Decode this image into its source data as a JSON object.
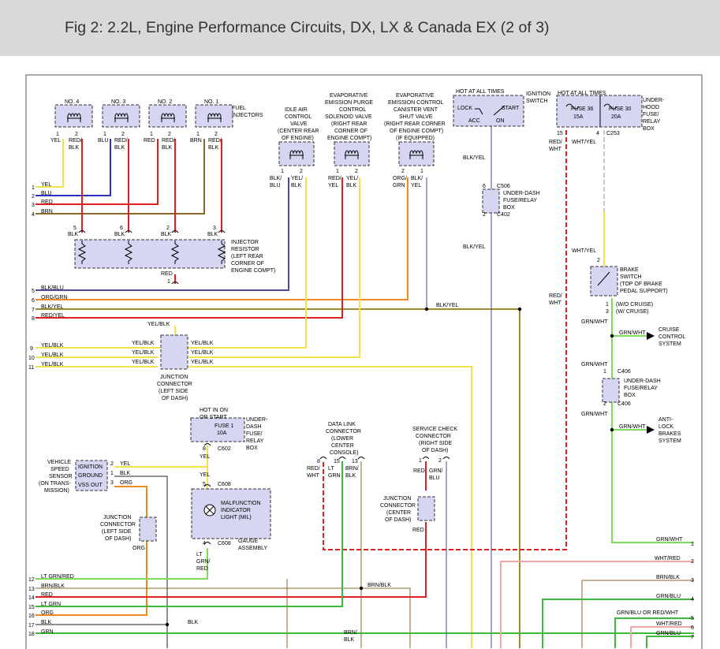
{
  "header": {
    "title": "Fig 2: 2.2L, Engine Performance Circuits, DX, LX & Canada EX (2 of 3)"
  },
  "colors": {
    "YEL": "#f2e24c",
    "BLU": "#3030c0",
    "RED": "#e02020",
    "BRN": "#8a6a24",
    "BLK": "#222222",
    "ORG": "#f08c1e",
    "GRN": "#3cba3c",
    "LTGRN": "#7ddc5a",
    "WHT": "#e0e0e0",
    "OLV": "#9c8c2e",
    "NAVY": "#4a4a96",
    "LGRAY": "#c8c8c8",
    "PINK": "#f0a8a8",
    "BOX": "#d6d6f2"
  },
  "labels": [
    {
      "id": "inj4",
      "t": "NO. 4"
    },
    {
      "id": "inj3",
      "t": "NO. 3"
    },
    {
      "id": "inj2",
      "t": "NO. 2"
    },
    {
      "id": "inj1",
      "t": "NO. 1"
    },
    {
      "id": "fi1",
      "t": "FUEL"
    },
    {
      "id": "fi2",
      "t": "INJECTORS"
    },
    {
      "id": "iac1",
      "t": "IDLE AIR"
    },
    {
      "id": "iac2",
      "t": "CONTROL"
    },
    {
      "id": "iac3",
      "t": "VALVE"
    },
    {
      "id": "iac4",
      "t": "(CENTER REAR"
    },
    {
      "id": "iac5",
      "t": "OF ENGINE)"
    },
    {
      "id": "ep1",
      "t": "EVAPORATIVE"
    },
    {
      "id": "ep2",
      "t": "EMISSION PURGE"
    },
    {
      "id": "ep3",
      "t": "CONTROL"
    },
    {
      "id": "ep4",
      "t": "SOLENOID VALVE"
    },
    {
      "id": "ep5",
      "t": "(RIGHT REAR"
    },
    {
      "id": "ep6",
      "t": "CORNER OF"
    },
    {
      "id": "ep7",
      "t": "ENGINE COMPT)"
    },
    {
      "id": "ec1",
      "t": "EVAPORATIVE"
    },
    {
      "id": "ec2",
      "t": "EMISSION CONTROL"
    },
    {
      "id": "ec3",
      "t": "CANISTER VENT"
    },
    {
      "id": "ec4",
      "t": "SHUT VALVE"
    },
    {
      "id": "ec5",
      "t": "(RIGHT REAR CORNER"
    },
    {
      "id": "ec6",
      "t": "OF ENGINE COMPT)"
    },
    {
      "id": "ec7",
      "t": "(IF EQUIPPED)"
    },
    {
      "id": "hot1",
      "t": "HOT AT ALL TIMES"
    },
    {
      "id": "ig1",
      "t": "IGNITION"
    },
    {
      "id": "ig2",
      "t": "SWITCH"
    },
    {
      "id": "lock",
      "t": "LOCK"
    },
    {
      "id": "start",
      "t": "START"
    },
    {
      "id": "acc",
      "t": "ACC"
    },
    {
      "id": "on",
      "t": "ON"
    },
    {
      "id": "hot2",
      "t": "HOT AT ALL TIMES"
    },
    {
      "id": "f36a",
      "t": "FUSE 36"
    },
    {
      "id": "f36b",
      "t": "15A"
    },
    {
      "id": "f30a",
      "t": "FUSE 30"
    },
    {
      "id": "f30b",
      "t": "20A"
    },
    {
      "id": "uh1",
      "t": "UNDER-"
    },
    {
      "id": "uh2",
      "t": "HOOD"
    },
    {
      "id": "uh3",
      "t": "FUSE/"
    },
    {
      "id": "uh4",
      "t": "RELAY"
    },
    {
      "id": "uh5",
      "t": "BOX"
    },
    {
      "id": "c253",
      "t": "C253"
    },
    {
      "id": "p15",
      "t": "15"
    },
    {
      "id": "p4a",
      "t": "4"
    },
    {
      "id": "rw1",
      "t": "RED/"
    },
    {
      "id": "rw2",
      "t": "WHT"
    },
    {
      "id": "wy1",
      "t": "WHT/YEL"
    },
    {
      "id": "by1",
      "t": "BLK/YEL"
    },
    {
      "id": "c506",
      "t": "C506"
    },
    {
      "id": "ud1",
      "t": "UNDER-DASH"
    },
    {
      "id": "ud2",
      "t": "FUSE/RELAY"
    },
    {
      "id": "ud3",
      "t": "BOX"
    },
    {
      "id": "c402",
      "t": "C402"
    },
    {
      "id": "p6",
      "t": "6"
    },
    {
      "id": "p2a",
      "t": "2"
    },
    {
      "id": "by2",
      "t": "BLK/YEL"
    },
    {
      "id": "w4y",
      "t": "YEL"
    },
    {
      "id": "w4r1",
      "t": "RED/"
    },
    {
      "id": "w4r2",
      "t": "BLK"
    },
    {
      "id": "w3b",
      "t": "BLU"
    },
    {
      "id": "w3r1",
      "t": "RED/"
    },
    {
      "id": "w3r2",
      "t": "BLK"
    },
    {
      "id": "w2r",
      "t": "RED"
    },
    {
      "id": "w2r1",
      "t": "RED/"
    },
    {
      "id": "w2r2",
      "t": "BLK"
    },
    {
      "id": "w1b",
      "t": "BRN"
    },
    {
      "id": "w1r1",
      "t": "RED/"
    },
    {
      "id": "w1r2",
      "t": "BLK"
    },
    {
      "id": "ll1",
      "t": "YEL"
    },
    {
      "id": "ll2",
      "t": "BLU"
    },
    {
      "id": "ll3",
      "t": "RED"
    },
    {
      "id": "ll4",
      "t": "BRN"
    },
    {
      "id": "rb5",
      "t": "BLK"
    },
    {
      "id": "rb6",
      "t": "BLK"
    },
    {
      "id": "rb2",
      "t": "BLK"
    },
    {
      "id": "rb3",
      "t": "BLK"
    },
    {
      "id": "ir1",
      "t": "INJECTOR"
    },
    {
      "id": "ir2",
      "t": "RESISTOR"
    },
    {
      "id": "ir3",
      "t": "(LEFT REAR"
    },
    {
      "id": "ir4",
      "t": "CORNER OF"
    },
    {
      "id": "ir5",
      "t": "ENGINE COMPT)"
    },
    {
      "id": "irr",
      "t": "RED"
    },
    {
      "id": "l5",
      "t": "BLK/BLU"
    },
    {
      "id": "l6",
      "t": "ORG/GRN"
    },
    {
      "id": "l7",
      "t": "BLK/YEL"
    },
    {
      "id": "l8",
      "t": "RED/YEL"
    },
    {
      "id": "l7b",
      "t": "BLK/YEL"
    },
    {
      "id": "iacw1",
      "t": "BLK/"
    },
    {
      "id": "iacw2",
      "t": "BLU"
    },
    {
      "id": "iacw3",
      "t": "YEL/"
    },
    {
      "id": "iacw4",
      "t": "BLK"
    },
    {
      "id": "epw1",
      "t": "RED/"
    },
    {
      "id": "epw2",
      "t": "YEL"
    },
    {
      "id": "epw3",
      "t": "YEL/"
    },
    {
      "id": "epw4",
      "t": "BLK"
    },
    {
      "id": "ecw1",
      "t": "ORG/"
    },
    {
      "id": "ecw2",
      "t": "GRN"
    },
    {
      "id": "ecw3",
      "t": "BLK/"
    },
    {
      "id": "ecw4",
      "t": "YEL"
    },
    {
      "id": "yb",
      "t": "YEL/BLK"
    },
    {
      "id": "l9",
      "t": "YEL/BLK"
    },
    {
      "id": "l10",
      "t": "YEL/BLK"
    },
    {
      "id": "l11",
      "t": "YEL/BLK"
    },
    {
      "id": "jl9",
      "t": "YEL/BLK"
    },
    {
      "id": "jl10",
      "t": "YEL/BLK"
    },
    {
      "id": "jl11",
      "t": "YEL/BLK"
    },
    {
      "id": "jr9",
      "t": "YEL/BLK"
    },
    {
      "id": "jr10",
      "t": "YEL/BLK"
    },
    {
      "id": "jr11",
      "t": "YEL/BLK"
    },
    {
      "id": "jc1",
      "t": "JUNCTION"
    },
    {
      "id": "jc2",
      "t": "CONNECTOR"
    },
    {
      "id": "jc3",
      "t": "(LEFT SIDE"
    },
    {
      "id": "jc4",
      "t": "OF DASH)"
    },
    {
      "id": "wy2",
      "t": "WHT/YEL"
    },
    {
      "id": "bs1",
      "t": "BRAKE"
    },
    {
      "id": "bs2",
      "t": "SWITCH"
    },
    {
      "id": "bs3",
      "t": "(TOP OF BRAKE"
    },
    {
      "id": "bs4",
      "t": "PEDAL SUPPORT)"
    },
    {
      "id": "bs5",
      "t": "(W/O CRUISE)"
    },
    {
      "id": "bs6",
      "t": "(W/ CRUISE)"
    },
    {
      "id": "rw3",
      "t": "RED/"
    },
    {
      "id": "rw4",
      "t": "WHT"
    },
    {
      "id": "gw1",
      "t": "GRN/WHT"
    },
    {
      "id": "gw2",
      "t": "GRN/WHT"
    },
    {
      "id": "cc1",
      "t": "CRUISE"
    },
    {
      "id": "cc2",
      "t": "CONTROL"
    },
    {
      "id": "cc3",
      "t": "SYSTEM"
    },
    {
      "id": "gw3",
      "t": "GRN/WHT"
    },
    {
      "id": "c406a",
      "t": "C406"
    },
    {
      "id": "ud4",
      "t": "UNDER-DASH"
    },
    {
      "id": "ud5",
      "t": "FUSE/RELAY"
    },
    {
      "id": "ud6",
      "t": "BOX"
    },
    {
      "id": "c406b",
      "t": "C406"
    },
    {
      "id": "gw4",
      "t": "GRN/WHT"
    },
    {
      "id": "gw5",
      "t": "GRN/WHT"
    },
    {
      "id": "ab1",
      "t": "ANTI-"
    },
    {
      "id": "ab2",
      "t": "LOCK"
    },
    {
      "id": "ab3",
      "t": "BRAKES"
    },
    {
      "id": "ab4",
      "t": "SYSTEM"
    },
    {
      "id": "ho1",
      "t": "HOT IN ON"
    },
    {
      "id": "ho2",
      "t": "OR START"
    },
    {
      "id": "f1a",
      "t": "FUSE 1"
    },
    {
      "id": "f1b",
      "t": "10A"
    },
    {
      "id": "ud7",
      "t": "UNDER-"
    },
    {
      "id": "ud8",
      "t": "DASH"
    },
    {
      "id": "ud9",
      "t": "FUSE/"
    },
    {
      "id": "ud10",
      "t": "RELAY"
    },
    {
      "id": "ud11",
      "t": "BOX"
    },
    {
      "id": "c602",
      "t": "C602"
    },
    {
      "id": "p8a",
      "t": "8"
    },
    {
      "id": "gy1",
      "t": "YEL"
    },
    {
      "id": "gy2",
      "t": "YEL"
    },
    {
      "id": "c608a",
      "t": "C608"
    },
    {
      "id": "p5a",
      "t": "5"
    },
    {
      "id": "mi1",
      "t": "MALFUNCTION"
    },
    {
      "id": "mi2",
      "t": "INDICATOR"
    },
    {
      "id": "mi3",
      "t": "LIGHT (MIL)"
    },
    {
      "id": "c608b",
      "t": "C608"
    },
    {
      "id": "p4b",
      "t": "4"
    },
    {
      "id": "ga1",
      "t": "GAUGE"
    },
    {
      "id": "ga2",
      "t": "ASSEMBLY"
    },
    {
      "id": "lgr1",
      "t": "LT"
    },
    {
      "id": "lgr2",
      "t": "GRN/"
    },
    {
      "id": "lgr3",
      "t": "RED"
    },
    {
      "id": "vs1",
      "t": "VEHICLE"
    },
    {
      "id": "vs2",
      "t": "SPEED"
    },
    {
      "id": "vs3",
      "t": "SENSOR"
    },
    {
      "id": "vs4",
      "t": "(ON TRANS-"
    },
    {
      "id": "vs5",
      "t": "MISSION)"
    },
    {
      "id": "vi1",
      "t": "IGNITION"
    },
    {
      "id": "vi2",
      "t": "GROUND"
    },
    {
      "id": "vi3",
      "t": "VSS OUT"
    },
    {
      "id": "vp2",
      "t": "2"
    },
    {
      "id": "vp1",
      "t": "1"
    },
    {
      "id": "vp3",
      "t": "3"
    },
    {
      "id": "vw1",
      "t": "YEL"
    },
    {
      "id": "vw2",
      "t": "BLK"
    },
    {
      "id": "vw3",
      "t": "ORG"
    },
    {
      "id": "jd1",
      "t": "JUNCTION"
    },
    {
      "id": "jd2",
      "t": "CONNECTOR"
    },
    {
      "id": "jd3",
      "t": "(LEFT SIDE"
    },
    {
      "id": "jd4",
      "t": "OF DASH)"
    },
    {
      "id": "jdo",
      "t": "ORG"
    },
    {
      "id": "dl1",
      "t": "DATA LINK"
    },
    {
      "id": "dl2",
      "t": "CONNECTOR"
    },
    {
      "id": "dl3",
      "t": "(LOWER"
    },
    {
      "id": "dl4",
      "t": "CENTER"
    },
    {
      "id": "dl5",
      "t": "CONSOLE)"
    },
    {
      "id": "dp8",
      "t": "8"
    },
    {
      "id": "dp15",
      "t": "15"
    },
    {
      "id": "dp13",
      "t": "13"
    },
    {
      "id": "dw1",
      "t": "RED/"
    },
    {
      "id": "dw2",
      "t": "WHT"
    },
    {
      "id": "dw3",
      "t": "LT"
    },
    {
      "id": "dw4",
      "t": "GRN"
    },
    {
      "id": "dw5",
      "t": "BRN/"
    },
    {
      "id": "dw6",
      "t": "BLK"
    },
    {
      "id": "sc1",
      "t": "SERVICE CHECK"
    },
    {
      "id": "sc2",
      "t": "CONNECTOR"
    },
    {
      "id": "sc3",
      "t": "(RIGHT SIDE"
    },
    {
      "id": "sc4",
      "t": "OF DASH)"
    },
    {
      "id": "sp1",
      "t": "1"
    },
    {
      "id": "sp2",
      "t": "2"
    },
    {
      "id": "sw1",
      "t": "RED"
    },
    {
      "id": "sw2",
      "t": "GRN/"
    },
    {
      "id": "sw3",
      "t": "BLU"
    },
    {
      "id": "jx1",
      "t": "JUNCTION"
    },
    {
      "id": "jx2",
      "t": "CONNECTOR"
    },
    {
      "id": "jx3",
      "t": "(CENTER"
    },
    {
      "id": "jx4",
      "t": "OF DASH)"
    },
    {
      "id": "jxr",
      "t": "RED"
    },
    {
      "id": "b12",
      "t": "LT GRN/RED"
    },
    {
      "id": "b13",
      "t": "BRN/BLK"
    },
    {
      "id": "b14",
      "t": "RED"
    },
    {
      "id": "b15",
      "t": "LT GRN"
    },
    {
      "id": "b16",
      "t": "ORG"
    },
    {
      "id": "b17",
      "t": "BLK"
    },
    {
      "id": "b18",
      "t": "GRN"
    },
    {
      "id": "bb1",
      "t": "BRN/BLK"
    },
    {
      "id": "bb2",
      "t": "BLK"
    },
    {
      "id": "bb3",
      "t": "BRN/"
    },
    {
      "id": "bb4",
      "t": "BLK"
    },
    {
      "id": "r1",
      "t": "GRN/WHT"
    },
    {
      "id": "r2",
      "t": "WHT/RED"
    },
    {
      "id": "r3",
      "t": "BRN/BLK"
    },
    {
      "id": "r4",
      "t": "GRN/BLU"
    },
    {
      "id": "r5",
      "t": "GRN/BLU OR RED/WHT"
    },
    {
      "id": "r6",
      "t": "WHT/RED"
    },
    {
      "id": "r7",
      "t": "GRN/BLU"
    },
    {
      "id": "n1",
      "t": "1"
    },
    {
      "id": "n2",
      "t": "2"
    },
    {
      "id": "n3",
      "t": "3"
    },
    {
      "id": "n4",
      "t": "4"
    },
    {
      "id": "n5",
      "t": "5"
    },
    {
      "id": "n6",
      "t": "6"
    },
    {
      "id": "n7",
      "t": "7"
    },
    {
      "id": "n8",
      "t": "8"
    },
    {
      "id": "n9",
      "t": "9"
    },
    {
      "id": "n10",
      "t": "10"
    },
    {
      "id": "n11",
      "t": "11"
    },
    {
      "id": "n12",
      "t": "12"
    },
    {
      "id": "n13",
      "t": "13"
    },
    {
      "id": "n14",
      "t": "14"
    },
    {
      "id": "n15",
      "t": "15"
    },
    {
      "id": "n16",
      "t": "16"
    },
    {
      "id": "n17",
      "t": "17"
    },
    {
      "id": "n18",
      "t": "18"
    },
    {
      "id": "m1",
      "t": "1"
    },
    {
      "id": "m2",
      "t": "2"
    },
    {
      "id": "m3",
      "t": "3"
    },
    {
      "id": "m4",
      "t": "4"
    },
    {
      "id": "m5",
      "t": "5"
    },
    {
      "id": "m6",
      "t": "6"
    },
    {
      "id": "m7",
      "t": "7"
    },
    {
      "id": "ip4a",
      "t": "1"
    },
    {
      "id": "ip4b",
      "t": "2"
    },
    {
      "id": "ip3a",
      "t": "1"
    },
    {
      "id": "ip3b",
      "t": "2"
    },
    {
      "id": "ip2a",
      "t": "1"
    },
    {
      "id": "ip2b",
      "t": "2"
    },
    {
      "id": "ip1a",
      "t": "1"
    },
    {
      "id": "ip1b",
      "t": "2"
    },
    {
      "id": "rp5",
      "t": "5"
    },
    {
      "id": "rp6",
      "t": "6"
    },
    {
      "id": "rp2",
      "t": "2"
    },
    {
      "id": "rp3",
      "t": "3"
    },
    {
      "id": "rp1",
      "t": "1"
    },
    {
      "id": "iap1",
      "t": "1"
    },
    {
      "id": "iap2",
      "t": "2"
    },
    {
      "id": "epp1",
      "t": "1"
    },
    {
      "id": "epp2",
      "t": "2"
    },
    {
      "id": "ecp2",
      "t": "2"
    },
    {
      "id": "ecp1",
      "t": "1"
    },
    {
      "id": "bp2",
      "t": "2"
    },
    {
      "id": "bp1",
      "t": "1"
    },
    {
      "id": "bp3",
      "t": "3"
    },
    {
      "id": "cp1",
      "t": "1"
    },
    {
      "id": "cp2",
      "t": "2"
    }
  ]
}
